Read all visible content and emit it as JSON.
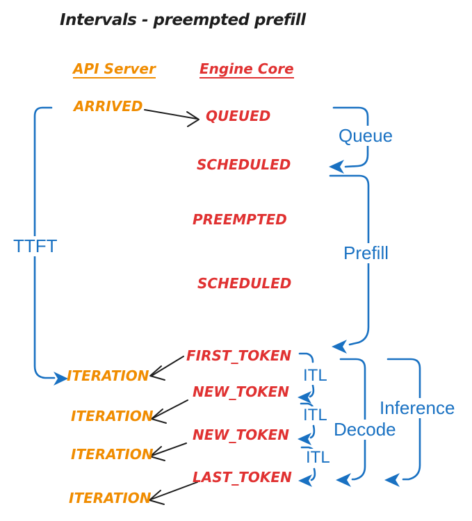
{
  "title": "Intervals - preempted prefill",
  "columns": {
    "api_server": "API Server",
    "engine_core": "Engine Core"
  },
  "api_events": {
    "arrived": "ARRIVED",
    "iteration1": "ITERATION",
    "iteration2": "ITERATION",
    "iteration3": "ITERATION",
    "iteration4": "ITERATION"
  },
  "engine_events": {
    "queued": "QUEUED",
    "scheduled1": "SCHEDULED",
    "preempted": "PREEMPTED",
    "scheduled2": "SCHEDULED",
    "first_token": "FIRST_TOKEN",
    "new_token1": "NEW_TOKEN",
    "new_token2": "NEW_TOKEN",
    "last_token": "LAST_TOKEN"
  },
  "intervals": {
    "ttft": "TTFT",
    "queue": "Queue",
    "prefill": "Prefill",
    "itl1": "ITL",
    "itl2": "ITL",
    "itl3": "ITL",
    "decode": "Decode",
    "inference": "Inference"
  },
  "colors": {
    "api_orange": "#f08c00",
    "engine_red": "#e03131",
    "interval_blue": "#1971c2",
    "ink_black": "#1e1e1e",
    "background": "#ffffff"
  }
}
